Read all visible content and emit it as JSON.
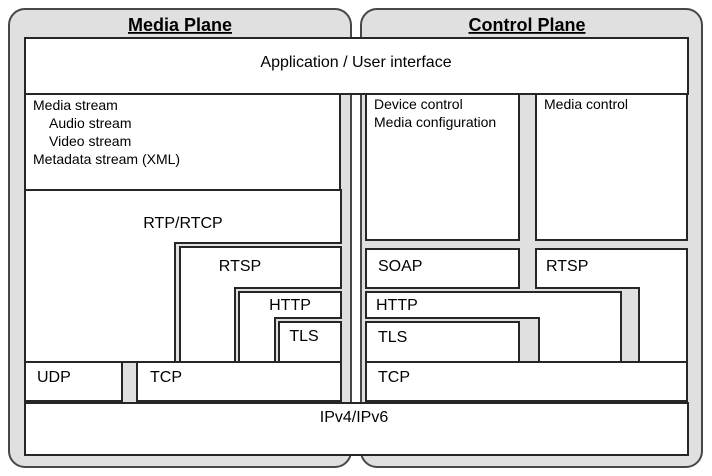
{
  "diagram": {
    "shared": {
      "application": "Application / User interface",
      "ip": "IPv4/IPv6"
    },
    "media_plane": {
      "title": "Media Plane",
      "streams": [
        "Media stream",
        "Audio stream",
        "Video stream",
        "Metadata stream (XML)"
      ],
      "rtp_rtcp": "RTP/RTCP",
      "rtsp": "RTSP",
      "http": "HTTP",
      "tls": "TLS",
      "udp": "UDP",
      "tcp": "TCP"
    },
    "control_plane": {
      "title": "Control Plane",
      "device_box": [
        "Device control",
        "Media configuration"
      ],
      "media_control": "Media control",
      "soap": "SOAP",
      "rtsp": "RTSP",
      "http": "HTTP",
      "tls": "TLS",
      "tcp": "TCP"
    },
    "colors": {
      "plane_fill": "#e0e0e0",
      "plane_stroke": "#474747",
      "box_fill": "#ffffff",
      "box_stroke": "#262626",
      "text": "#000000",
      "background": "#ffffff"
    }
  }
}
